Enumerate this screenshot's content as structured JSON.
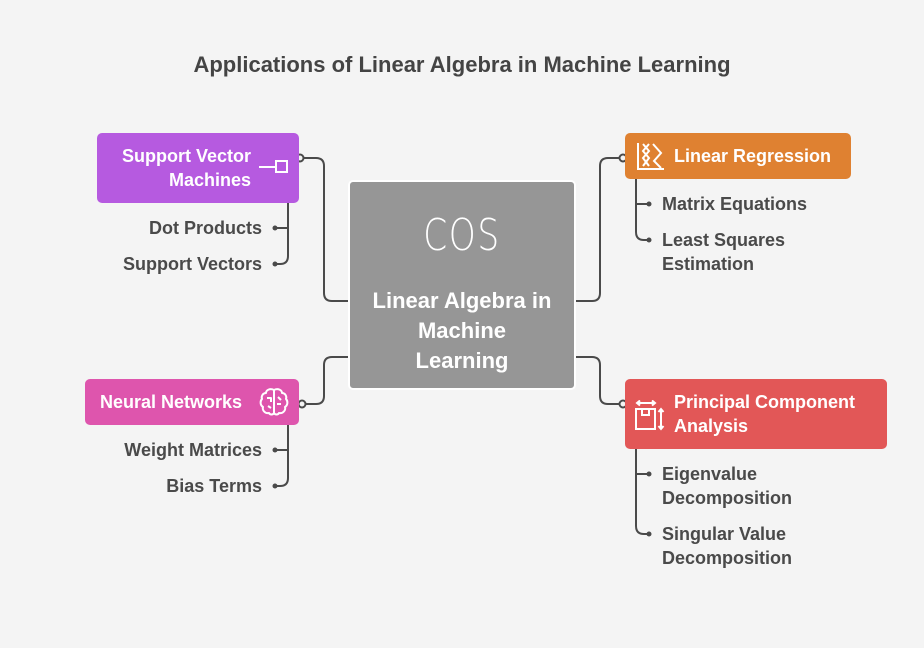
{
  "title": "Applications of Linear Algebra in Machine Learning",
  "center": {
    "icon_text": "COS",
    "label": "Linear Algebra in Machine Learning",
    "label_lines": [
      "Linear Algebra in",
      "Machine",
      "Learning"
    ],
    "color": "#969696"
  },
  "branches": [
    {
      "id": "svm",
      "label_lines": [
        "Support Vector",
        "Machines"
      ],
      "icon": "connector-node-icon",
      "color": "#b65ae0",
      "children": [
        "Dot Products",
        "Support Vectors"
      ]
    },
    {
      "id": "linear-regression",
      "label_lines": [
        "Linear Regression"
      ],
      "icon": "regression-chart-icon",
      "color": "#df8131",
      "children": [
        [
          "Matrix Equations"
        ],
        [
          "Least Squares",
          "Estimation"
        ]
      ]
    },
    {
      "id": "neural-networks",
      "label_lines": [
        "Neural Networks"
      ],
      "icon": "brain-icon",
      "color": "#de55ad",
      "children": [
        "Weight Matrices",
        "Bias Terms"
      ]
    },
    {
      "id": "pca",
      "label_lines": [
        "Principal Component",
        "Analysis"
      ],
      "icon": "dimension-box-icon",
      "color": "#e25757",
      "children": [
        [
          "Eigenvalue",
          "Decomposition"
        ],
        [
          "Singular Value",
          "Decomposition"
        ]
      ]
    }
  ]
}
